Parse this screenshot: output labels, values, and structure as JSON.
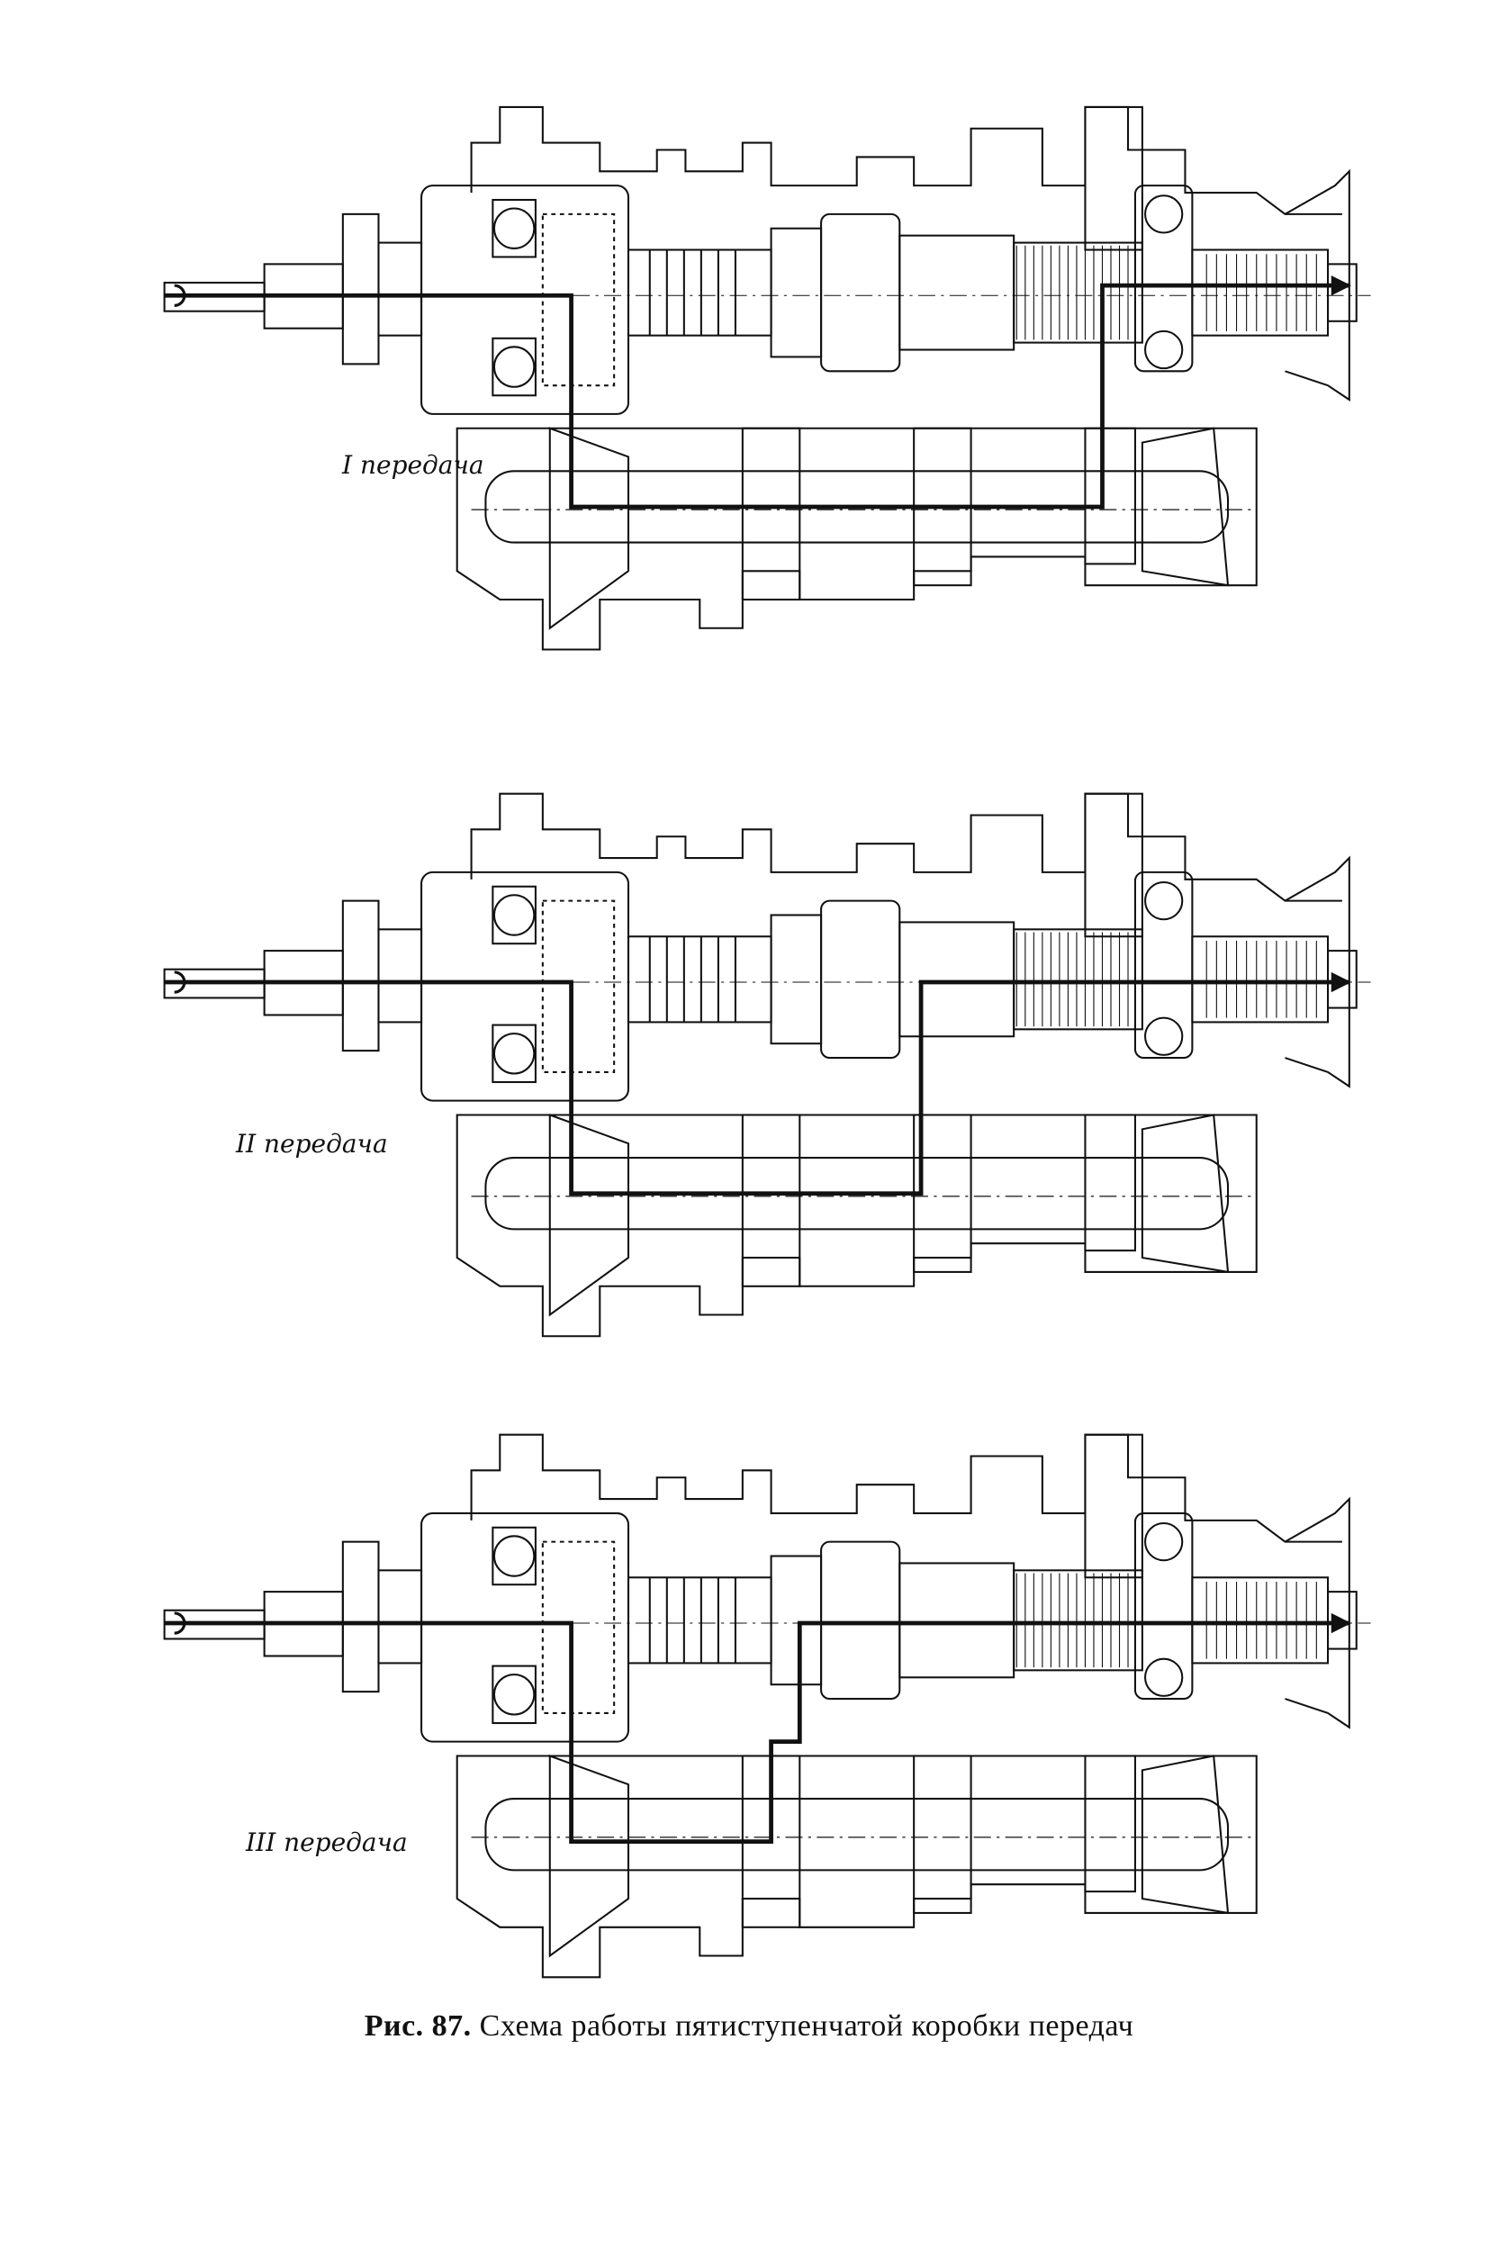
{
  "panels": [
    {
      "label": "I передача",
      "gear": 1
    },
    {
      "label": "II передача",
      "gear": 2
    },
    {
      "label": "III передача",
      "gear": 3
    }
  ],
  "caption": {
    "prefix": "Рис. 87.",
    "text": "Схема работы пятиступенчатой коробки передач"
  },
  "colors": {
    "ink": "#111111",
    "paper": "#ffffff"
  }
}
